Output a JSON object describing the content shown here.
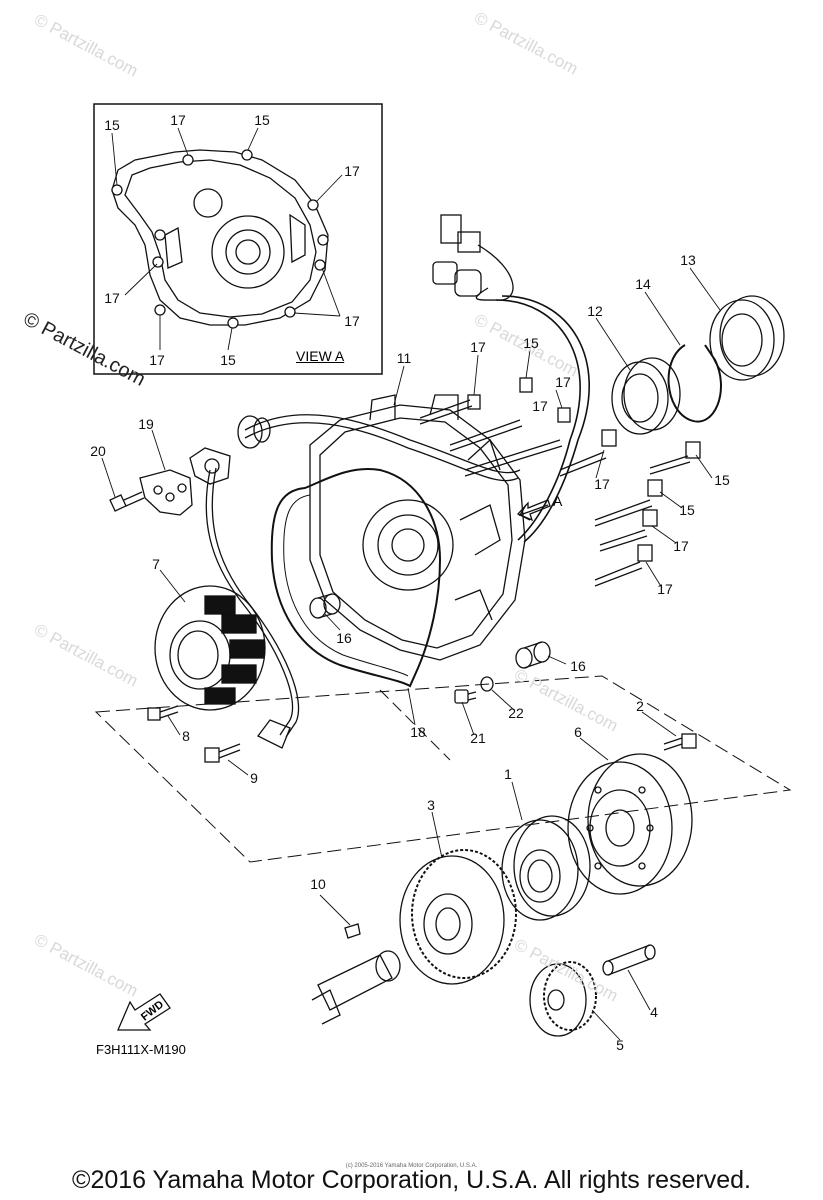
{
  "diagram": {
    "code": "F3H111X-M190",
    "view_label": "VIEW A",
    "arrow_label": "A",
    "fwd_label": "FWD",
    "copyright": "©2016 Yamaha Motor Corporation, U.S.A. All rights reserved.",
    "fine_print": "(c) 2005-2016 Yamaha Motor Corporation, U.S.A.",
    "watermark": "© Partzilla.com",
    "watermark_large": "© Partzilla.com",
    "callouts": {
      "c1": "1",
      "c2": "2",
      "c3": "3",
      "c4": "4",
      "c5": "5",
      "c6": "6",
      "c7": "7",
      "c8": "8",
      "c9": "9",
      "c10": "10",
      "c11": "11",
      "c12": "12",
      "c13": "13",
      "c14": "14",
      "c16a": "16",
      "c16b": "16",
      "c18": "18",
      "c19": "19",
      "c20": "20",
      "c21": "21",
      "c22": "22",
      "c15a": "15",
      "c15b": "15",
      "c15c": "15",
      "c17a": "17",
      "c17b": "17",
      "c17c": "17",
      "c17d": "17",
      "c17e": "17",
      "va15a": "15",
      "va17a": "17",
      "va15b": "15",
      "va17b": "17",
      "va17c": "17",
      "va17d": "17",
      "va17e": "17",
      "va15c": "15"
    }
  }
}
